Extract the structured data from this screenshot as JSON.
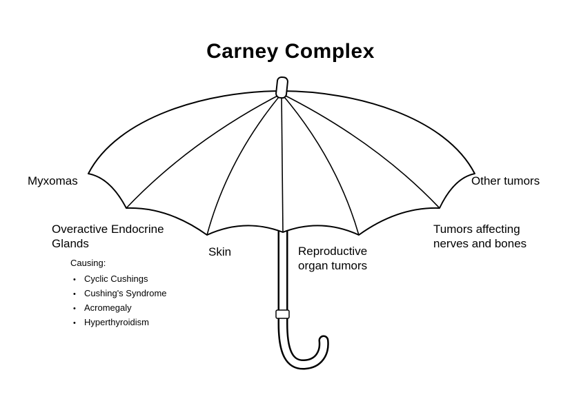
{
  "title": "Carney Complex",
  "colors": {
    "ink": "#000000",
    "background": "#ffffff"
  },
  "labels": {
    "myxomas": "Myxomas",
    "other_tumors": "Other tumors",
    "overactive_endocrine": "Overactive Endocrine Glands",
    "skin": "Skin",
    "reproductive": "Reproductive organ tumors",
    "nerves_bones": "Tumors affecting nerves and bones",
    "causing_heading": "Causing:",
    "causing_items": [
      "Cyclic Cushings",
      "Cushing's Syndrome",
      "Acromegaly",
      "Hyperthyroidism"
    ]
  }
}
